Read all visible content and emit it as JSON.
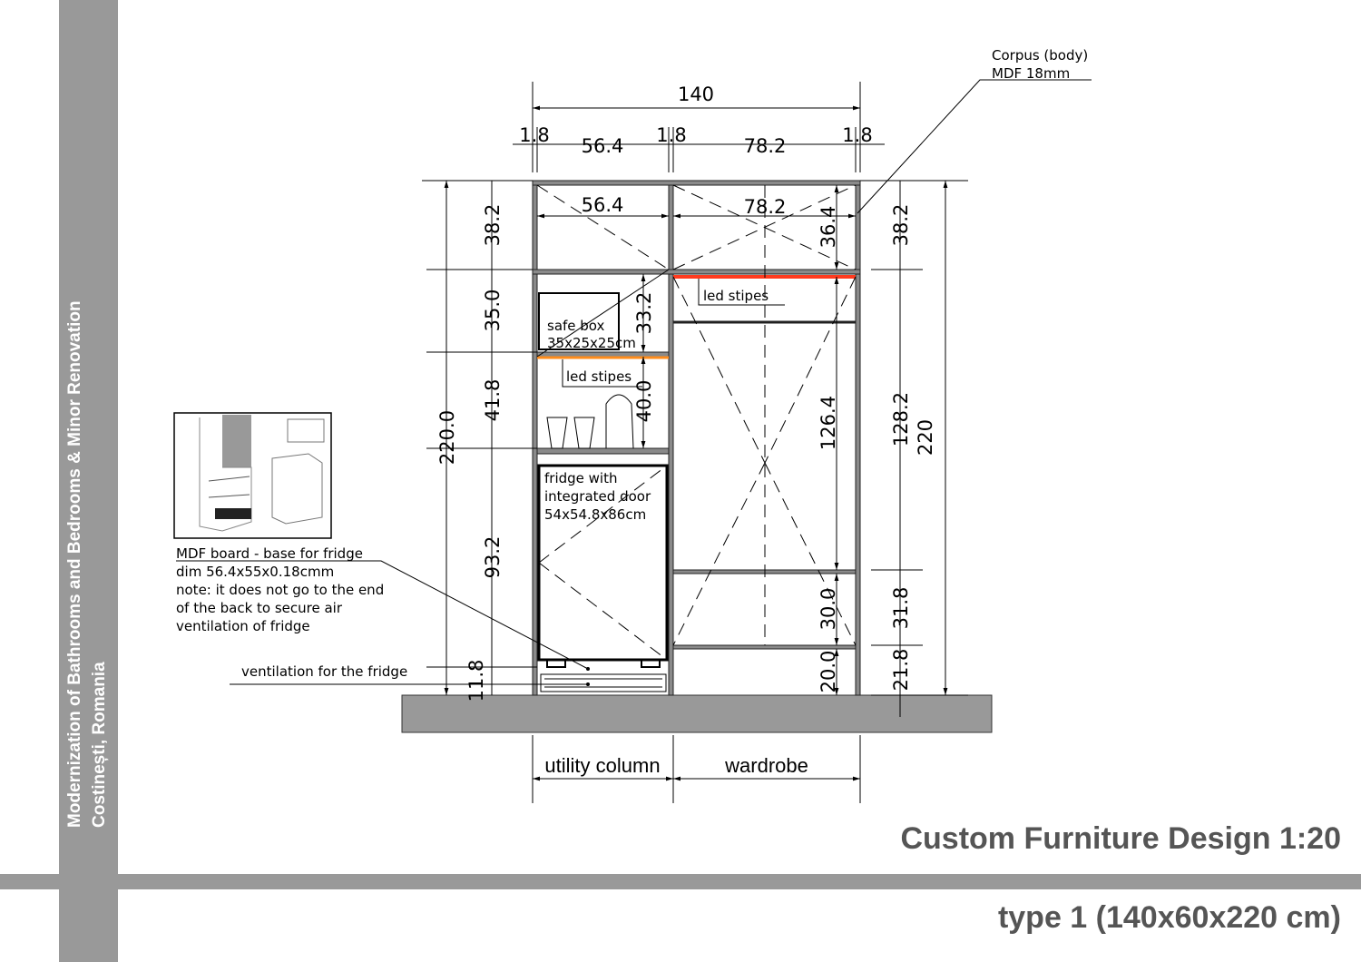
{
  "sidebar": {
    "project": "Modernization of Bathrooms and Bedrooms & Minor Renovation",
    "location": "Costinești, Romania"
  },
  "title": {
    "main": "Custom Furniture Design  1:20",
    "type": "type 1 (140x60x220 cm)"
  },
  "colors": {
    "led_red": "#ff3b1f",
    "led_orange": "#ff8c1a",
    "band": "#999999"
  },
  "dimensions": {
    "total_width": "140",
    "panel": "1.8",
    "left_width": "56.4",
    "right_width": "78.2",
    "left_inner_width": "56.4",
    "right_inner_width": "78.2",
    "left_total_height": "220.0",
    "left_chain": [
      "38.2",
      "35.0",
      "41.8",
      "93.2",
      "11.8"
    ],
    "inner_left": [
      "33.2",
      "40.0"
    ],
    "inner_right": [
      "36.4",
      "126.4",
      "30.0",
      "20.0"
    ],
    "right_chain": [
      "38.2",
      "128.2",
      "31.8",
      "21.8"
    ],
    "right_total_height": "220"
  },
  "labels": {
    "corpus_line1": "Corpus (body)",
    "corpus_line2": "MDF 18mm",
    "led_right": "led stipes",
    "led_left": "led stipes",
    "safe_line1": "safe box",
    "safe_line2": "35x25x25cm",
    "fridge_line1": "fridge with",
    "fridge_line2": "integrated door",
    "fridge_line3": "54x54.8x86cm",
    "mdf_note": [
      "MDF board - base for fridge",
      "dim 56.4x55x0.18cmm",
      "note: it does not go to the end",
      "of the back to secure air",
      "ventilation of fridge"
    ],
    "ventilation": "ventilation for the fridge",
    "utility_column": "utility column",
    "wardrobe": "wardrobe"
  }
}
